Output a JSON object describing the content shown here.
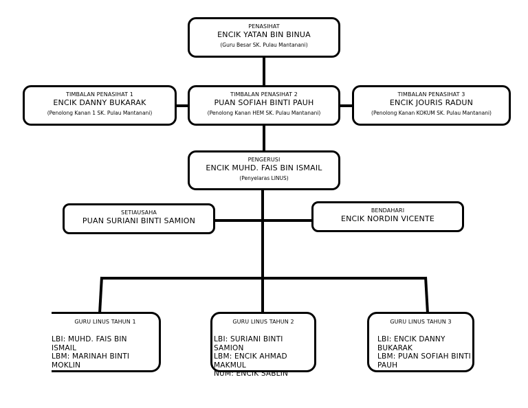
{
  "penasihat": {
    "role": "PENASIHAT",
    "name": "ENCIK YATAN BIN BINUA",
    "note": "(Guru Besar SK. Pulau Mantanani)"
  },
  "timbalan_1": {
    "role": "TIMBALAN PENASIHAT 1",
    "name": "ENCIK DANNY BUKARAK",
    "note": "(Penolong Kanan 1 SK. Pulau Mantanani)"
  },
  "timbalan_2": {
    "role": "TIMBALAN PENASIHAT 2",
    "name": "PUAN SOFIAH BINTI PAUH",
    "note": "(Penolong Kanan HEM SK. Pulau Mantanani)"
  },
  "timbalan_3": {
    "role": "TIMBALAN PENASIHAT 3",
    "name": "ENCIK JOURIS RADUN",
    "note": "(Penolong Kanan KOKUM SK. Pulau Mantanani)"
  },
  "pengerusi": {
    "role": "PENGERUSI",
    "name": "ENCIK MUHD. FAIS BIN ISMAIL",
    "note": "(Penyelaras LINUS)"
  },
  "setiausaha": {
    "role": "SETIAUSAHA",
    "name": "PUAN SURIANI BINTI SAMION"
  },
  "bendahari": {
    "role": "BENDAHARI",
    "name": "ENCIK NORDIN VICENTE"
  },
  "guru_1": {
    "role": "GURU LINUS TAHUN 1",
    "lines": "LBI: MUHD. FAIS BIN\nISMAIL\nLBM: MARINAH BINTI\nMOKLIN"
  },
  "guru_2": {
    "role": "GURU LINUS TAHUN 2",
    "lines": "LBI: SURIANI BINTI SAMION\nLBM: ENCIK AHMAD\nMAKMUL\nNUM: ENCIK SABLIN"
  },
  "guru_3": {
    "role": "GURU LINUS TAHUN 3",
    "lines": "LBI: ENCIK DANNY\nBUKARAK\nLBM: PUAN SOFIAH BINTI\nPAUH"
  }
}
